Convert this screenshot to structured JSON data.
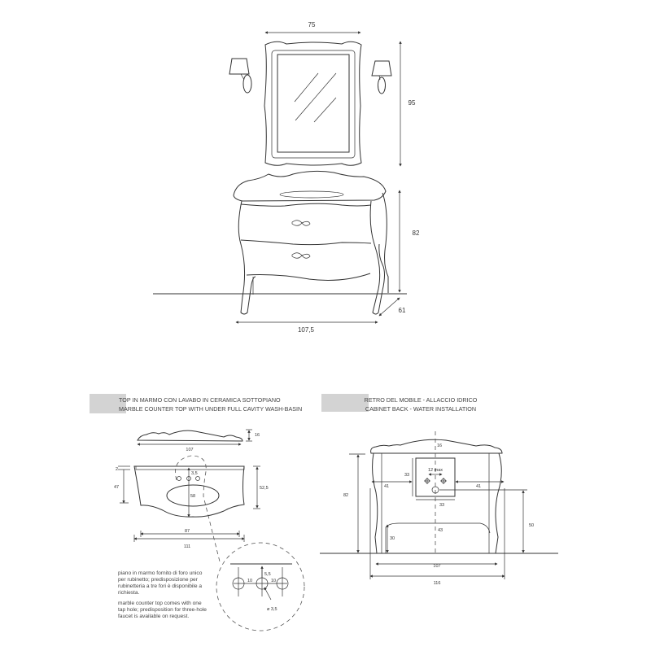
{
  "elevation": {
    "mirror_width": "75",
    "mirror_height": "95",
    "cabinet_height": "82",
    "cabinet_depth": "61",
    "cabinet_width": "107,5"
  },
  "top_section": {
    "title_it": "TOP IN MARMO CON LAVABO IN CERAMICA SOTTOPIANO",
    "title_en": "MARBLE COUNTER TOP WITH UNDER FULL CAVITY WASH-BASIN",
    "dims": {
      "thickness": "16",
      "profile_width": "107",
      "edge": "2",
      "depth": "47",
      "depth_total": "52,5",
      "basin_offset": "58",
      "hole_offset": "3,5",
      "inner_width": "87",
      "outer_width": "111"
    },
    "detail": {
      "spacing_left": "10",
      "spacing_right": "10",
      "setback": "5,5",
      "diameter": "ø 3,5"
    },
    "note_it": [
      "piano in marmo fornito di  foro unico",
      "per rubinetto; predisposizione per",
      "rubinetteria a tre fori è disponibile a",
      "richiesta."
    ],
    "note_en": [
      "marble counter top comes with one",
      "tap hole; predisposition for three-hole",
      "faucet is available on request."
    ]
  },
  "back_section": {
    "title_it": "RETRO DEL MOBILE - ALLACCIO IDRICO",
    "title_en": "CABINET BACK - WATER INSTALLATION",
    "dims": {
      "top": "16",
      "panel_height": "33",
      "tap_spacing": "12 max",
      "left": "41",
      "right": "41",
      "panel_width": "33",
      "height": "82",
      "drain_height": "50",
      "leg_height": "30",
      "center_height": "43",
      "inner_width": "107",
      "outer_width": "116"
    }
  }
}
